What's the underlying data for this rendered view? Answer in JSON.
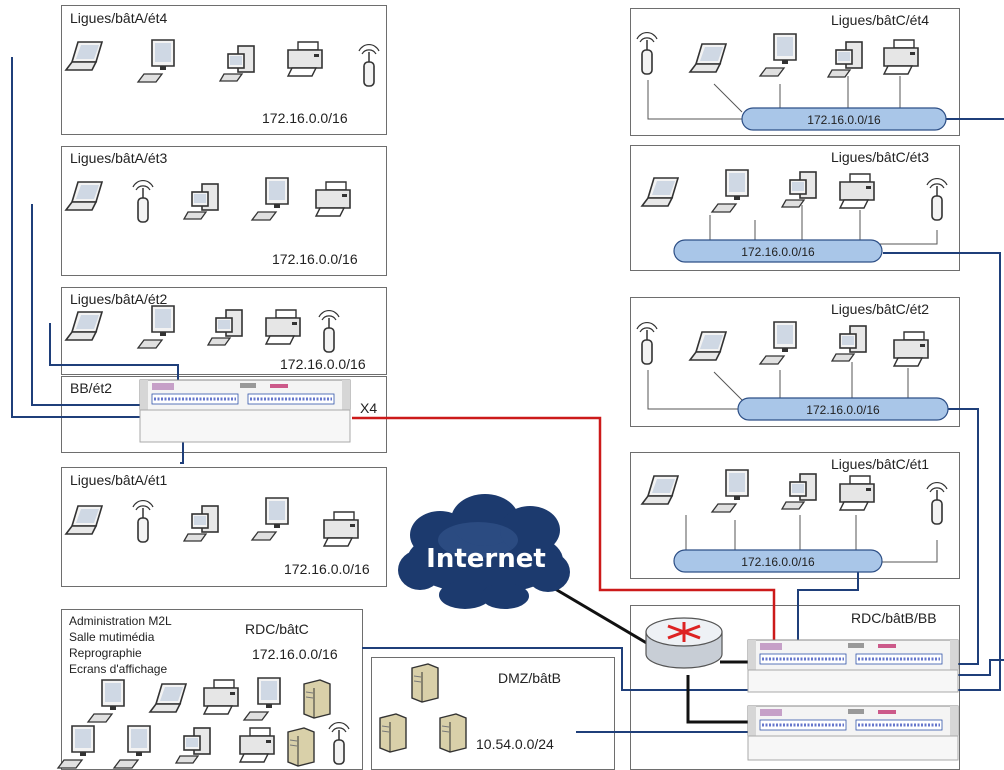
{
  "zones": {
    "a4": {
      "title": "Ligues/bâtA/ét4",
      "subnet": "172.16.0.0/16"
    },
    "a3": {
      "title": "Ligues/bâtA/ét3",
      "subnet": "172.16.0.0/16"
    },
    "a2": {
      "title": "Ligues/bâtA/ét2",
      "subnet": "172.16.0.0/16"
    },
    "bb_a": {
      "title": "BB/ét2",
      "count": "X4"
    },
    "a1": {
      "title": "Ligues/bâtA/ét1",
      "subnet": "172.16.0.0/16"
    },
    "rdc_c": {
      "title": "RDC/bâtC",
      "subnet": "172.16.0.0/16",
      "services": [
        "Administration M2L",
        "Salle mutimédia",
        "Reprographie",
        "Ecrans d'affichage"
      ]
    },
    "dmz": {
      "title": "DMZ/bâtB",
      "subnet": "10.54.0.0/24"
    },
    "c4": {
      "title": "Ligues/bâtC/ét4",
      "subnet": "172.16.0.0/16"
    },
    "c3": {
      "title": "Ligues/bâtC/ét3",
      "subnet": "172.16.0.0/16"
    },
    "c2": {
      "title": "Ligues/bâtC/ét2",
      "subnet": "172.16.0.0/16"
    },
    "c1": {
      "title": "Ligues/bâtC/ét1",
      "subnet": "172.16.0.0/16"
    },
    "rdc_b": {
      "title": "RDC/bâtB/BB"
    }
  },
  "internet": {
    "label": "Internet"
  },
  "colors": {
    "link_blue": "#1f3f7a",
    "link_red": "#cc1a1a",
    "link_black": "#111111",
    "bus_fill": "#a9c6e8",
    "cloud": "#1c3a6e"
  },
  "icons": [
    "laptop-icon",
    "desktop-icon",
    "workstation-icon",
    "printer-icon",
    "wifi-antenna-icon",
    "server-icon",
    "router-icon",
    "switch-chassis-icon",
    "cloud-icon"
  ]
}
